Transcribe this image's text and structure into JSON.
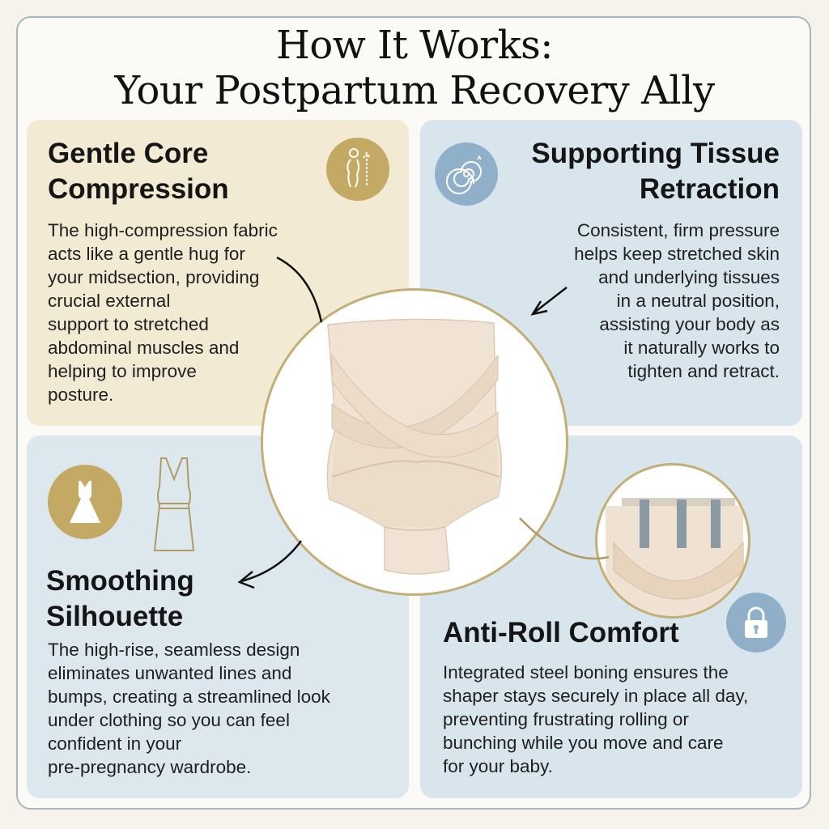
{
  "title": {
    "line1": "How It Works:",
    "line2": "Your Postpartum Recovery Ally"
  },
  "panels": {
    "core": {
      "heading": "Gentle Core\nCompression",
      "body": "The high-compression fabric\nacts like a gentle hug for\nyour midsection, providing\ncrucial external\nsupport to stretched\nabdominal muscles and\nhelping to improve\nposture.",
      "icon": "posture-figure-icon"
    },
    "tissue": {
      "heading": "Supporting Tissue\nRetraction",
      "body": "Consistent, firm pressure\nhelps keep stretched skin\nand underlying tissues\nin a neutral position,\nassisting your body as\nit naturally works to\ntighten and retract.",
      "icon": "spiral-icon"
    },
    "smooth": {
      "heading": "Smoothing\nSilhouette",
      "body": "The high-rise, seamless design\neliminates unwanted lines and\nbumps, creating a streamlined look\nunder clothing so you can feel\nconfident in your\npre-pregnancy wardrobe.",
      "icons": [
        "dress-icon",
        "dress-outline-icon"
      ]
    },
    "anti": {
      "heading": "Anti-Roll Comfort",
      "body": "Integrated steel boning ensures the\nshaper stays securely in place all day,\npreventing frustrating rolling or\nbunching while you move and care\nfor your baby.",
      "icon": "lock-icon"
    }
  },
  "colors": {
    "gold": "#c4a964",
    "blue_icon": "#8fb0c8",
    "panel_beige": "#f3ead3",
    "panel_blue": "#d9e5ec",
    "garment": "#f1e3d3"
  }
}
